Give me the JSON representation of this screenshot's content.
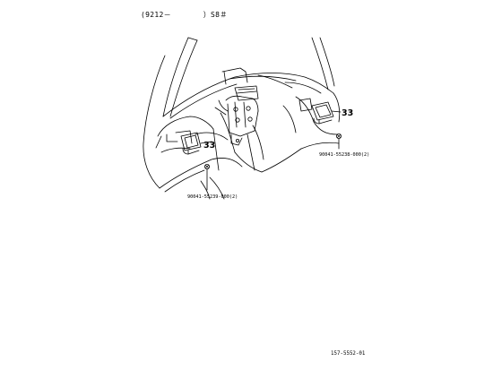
{
  "header": {
    "range_start": "(9212－",
    "range_end": "）S8＃"
  },
  "callouts": {
    "part_left": "33",
    "part_right": "33",
    "bolt_left": "90041-55239-000(2)",
    "bolt_right": "90041-55238-000(2)"
  },
  "figure_code": "157-5552-01"
}
